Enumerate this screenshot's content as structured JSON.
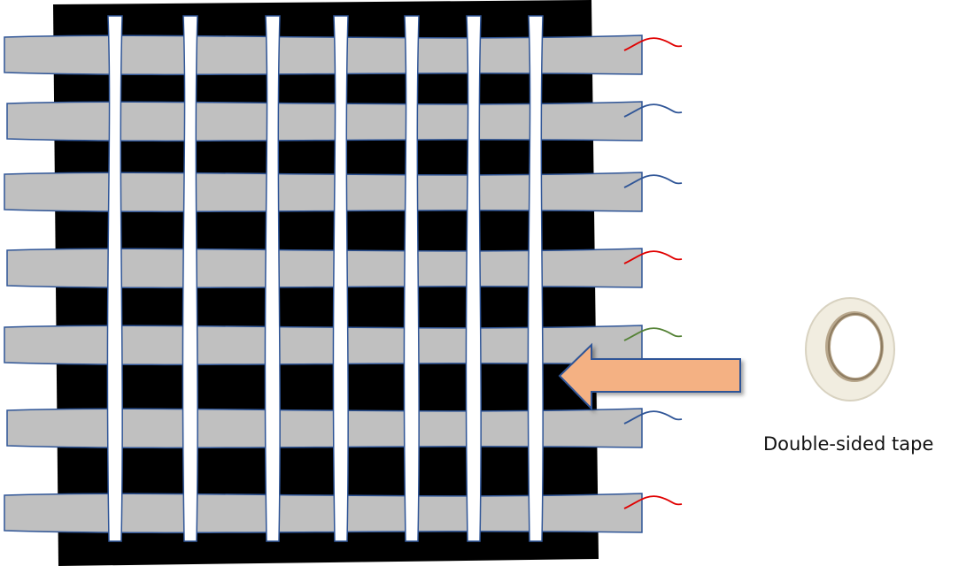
{
  "tape_label": "Double-sided tape",
  "colors": {
    "backing": "#000000",
    "weft_strip": "#c0c0c0",
    "warp_strip": "#ffffff",
    "outline": "#2f5597",
    "arrow_fill": "#f4b183",
    "wire_red": "#e00000",
    "wire_blue": "#2f5597",
    "wire_green": "#548235"
  },
  "weft_wires": [
    "red",
    "blue",
    "blue",
    "red",
    "green",
    "blue",
    "red"
  ],
  "warp_strip_count": 7,
  "arrow_direction": "left",
  "icons": {
    "tape": "tape-roll-icon",
    "arrow": "left-arrow-icon"
  }
}
